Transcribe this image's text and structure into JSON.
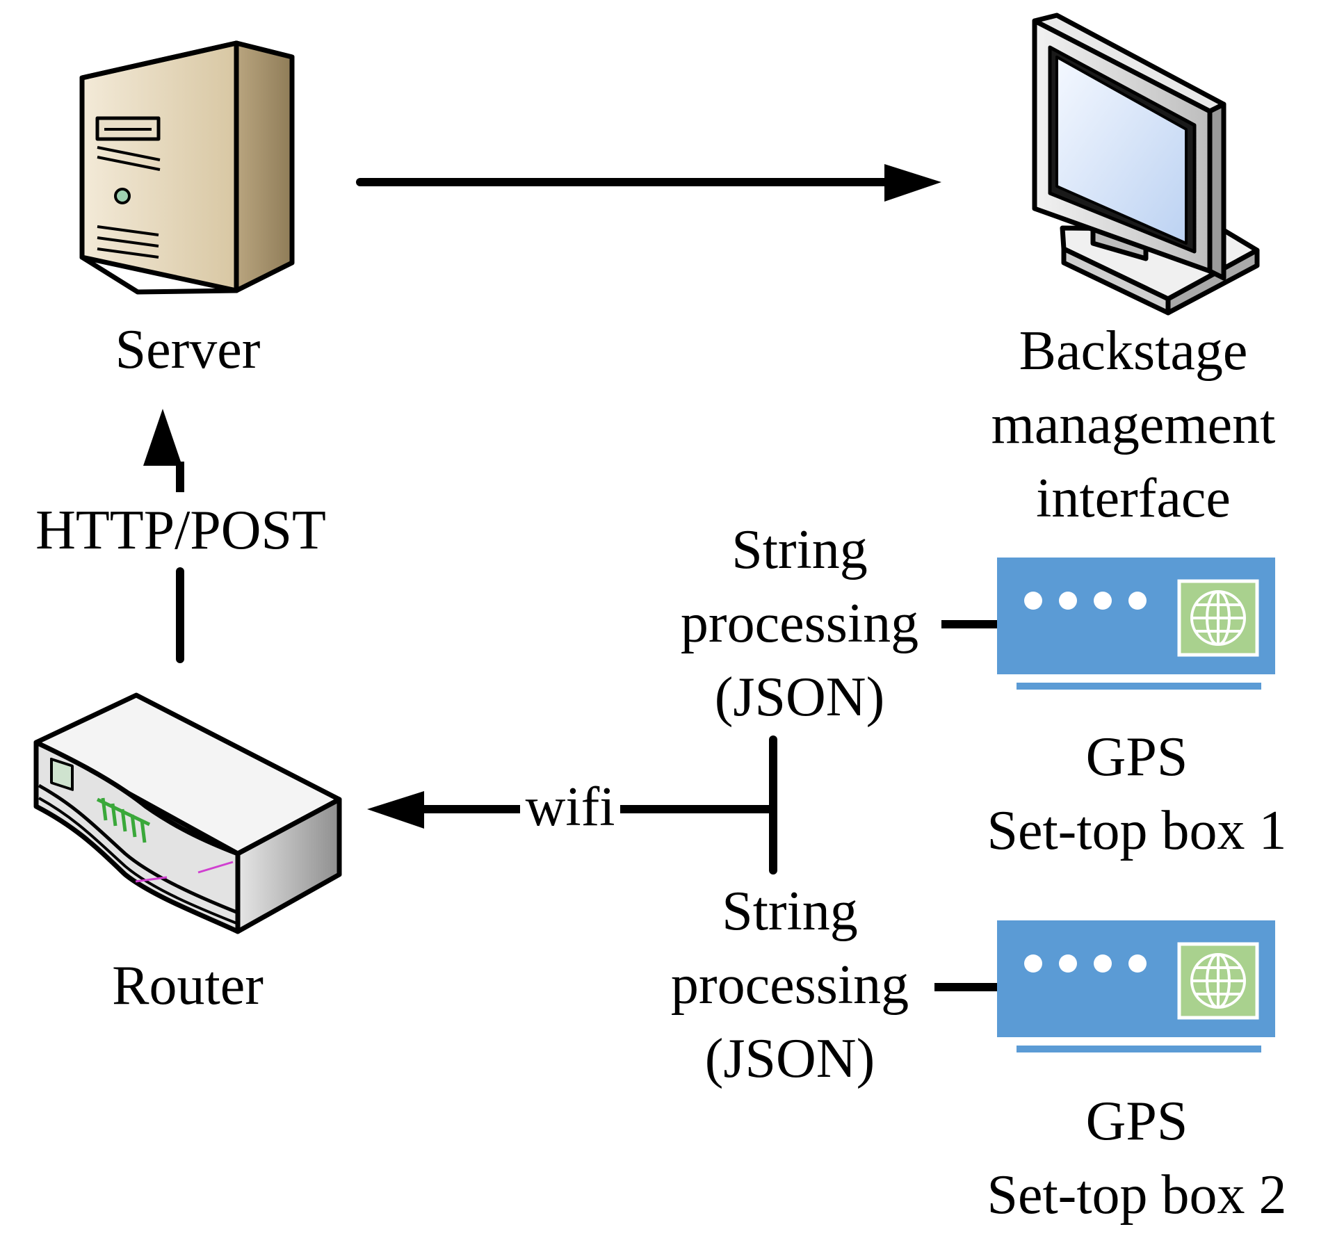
{
  "nodes": {
    "server": {
      "label": "Server",
      "icon": "server-tower-icon"
    },
    "monitor": {
      "label_lines": [
        "Backstage",
        "management",
        "interface"
      ],
      "icon": "monitor-icon"
    },
    "router": {
      "label": "Router",
      "icon": "router-icon"
    },
    "gps1": {
      "label_lines": [
        "GPS",
        "Set-top box 1"
      ],
      "icon": "set-top-box-icon"
    },
    "gps2": {
      "label_lines": [
        "GPS",
        "Set-top box 2"
      ],
      "icon": "set-top-box-icon"
    }
  },
  "edges": {
    "router_to_server": {
      "label": "HTTP/POST"
    },
    "server_to_monitor": {
      "label": ""
    },
    "boxes_to_router": {
      "label": "wifi"
    },
    "gps1_link": {
      "label_lines": [
        "String",
        "processing",
        "(JSON)"
      ]
    },
    "gps2_link": {
      "label_lines": [
        "String",
        "processing",
        "(JSON)"
      ]
    }
  },
  "colors": {
    "line": "#000000",
    "server_body": "#dccbaa",
    "box_blue": "#5b9bd5",
    "globe_green": "#a9d18e",
    "router_leds": "#3aa83a"
  }
}
